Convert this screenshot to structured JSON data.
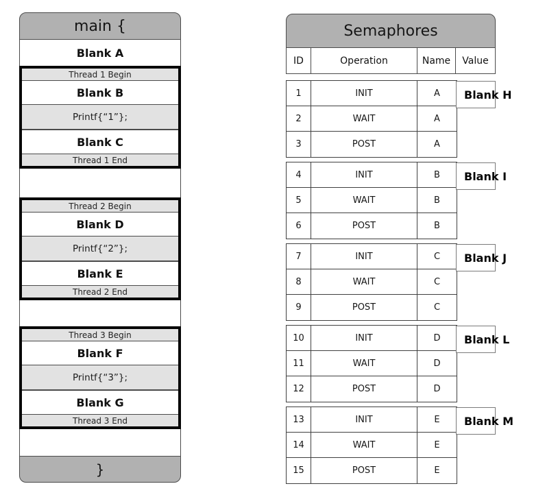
{
  "main_block": {
    "header_label": "main {",
    "blank_a": "Blank A",
    "threads": [
      {
        "begin": "Thread 1 Begin",
        "blank_top": "Blank B",
        "printf": "Printf{“1”};",
        "blank_bottom": "Blank C",
        "end": "Thread 1 End"
      },
      {
        "begin": "Thread 2 Begin",
        "blank_top": "Blank D",
        "printf": "Printf{“2”};",
        "blank_bottom": "Blank E",
        "end": "Thread 2 End"
      },
      {
        "begin": "Thread 3 Begin",
        "blank_top": "Blank F",
        "printf": "Printf{“3”};",
        "blank_bottom": "Blank G",
        "end": "Thread 3 End"
      }
    ],
    "footer_label": "}"
  },
  "semaphore_table": {
    "title": "Semaphores",
    "columns": [
      "ID",
      "Operation",
      "Name",
      "Value"
    ],
    "groups": [
      {
        "blank_label": "Blank H",
        "rows": [
          {
            "id": "1",
            "operation": "INIT",
            "name": "A"
          },
          {
            "id": "2",
            "operation": "WAIT",
            "name": "A"
          },
          {
            "id": "3",
            "operation": "POST",
            "name": "A"
          }
        ]
      },
      {
        "blank_label": "Blank I",
        "rows": [
          {
            "id": "4",
            "operation": "INIT",
            "name": "B"
          },
          {
            "id": "5",
            "operation": "WAIT",
            "name": "B"
          },
          {
            "id": "6",
            "operation": "POST",
            "name": "B"
          }
        ]
      },
      {
        "blank_label": "Blank J",
        "rows": [
          {
            "id": "7",
            "operation": "INIT",
            "name": "C"
          },
          {
            "id": "8",
            "operation": "WAIT",
            "name": "C"
          },
          {
            "id": "9",
            "operation": "POST",
            "name": "C"
          }
        ]
      },
      {
        "blank_label": "Blank L",
        "rows": [
          {
            "id": "10",
            "operation": "INIT",
            "name": "D"
          },
          {
            "id": "11",
            "operation": "WAIT",
            "name": "D"
          },
          {
            "id": "12",
            "operation": "POST",
            "name": "D"
          }
        ]
      },
      {
        "blank_label": "Blank M",
        "rows": [
          {
            "id": "13",
            "operation": "INIT",
            "name": "E"
          },
          {
            "id": "14",
            "operation": "WAIT",
            "name": "E"
          },
          {
            "id": "15",
            "operation": "POST",
            "name": "E"
          }
        ]
      }
    ]
  },
  "colors": {
    "header_fill": "#b1b1b1",
    "light_row_fill": "#e2e2e2",
    "thread_border": "#050505",
    "grid_border": "#3f3f3f",
    "blank_box_border": "#7a7a7a"
  }
}
